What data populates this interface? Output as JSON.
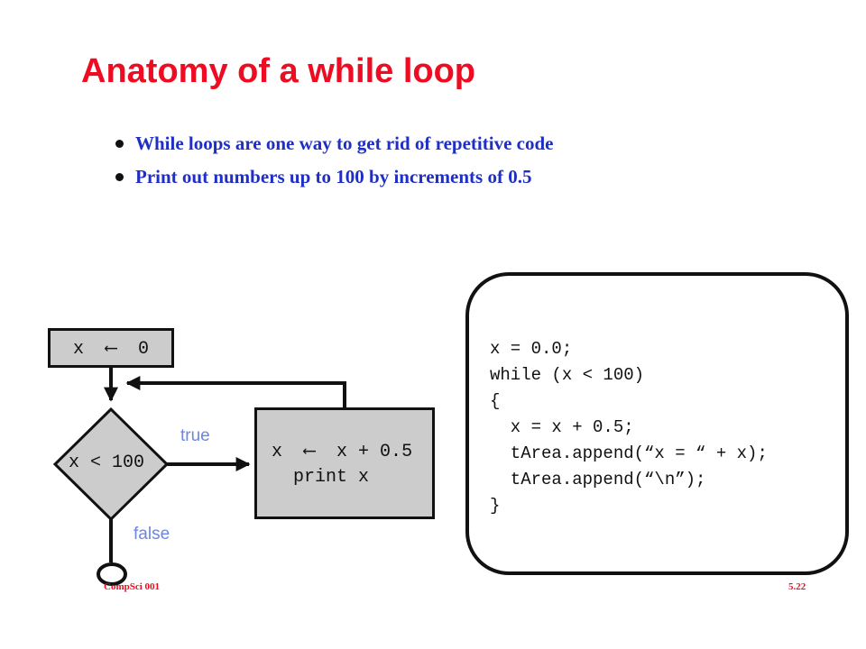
{
  "slide": {
    "title": "Anatomy of a while loop",
    "bullets": [
      "While loops are one way to get rid of repetitive code",
      "Print out numbers up to 100 by increments of 0.5"
    ]
  },
  "flowchart": {
    "init": "x  ⟵  0",
    "condition": "x < 100",
    "body_line1": "x  ⟵  x + 0.5",
    "body_line2": "  print x",
    "true_label": "true",
    "false_label": "false"
  },
  "code": [
    "x = 0.0;",
    "while (x < 100)",
    "{",
    "  x = x + 0.5;",
    "  tArea.append(“x = “ + x);",
    "  tArea.append(“\\n”);",
    "}"
  ],
  "footer": {
    "left": "CompSci 001",
    "right": "5.22"
  },
  "colors": {
    "title": "#ee0c22",
    "bullets": "#1f2fc6",
    "edge_labels": "#6e86e0",
    "box_fill": "#cccccc"
  }
}
